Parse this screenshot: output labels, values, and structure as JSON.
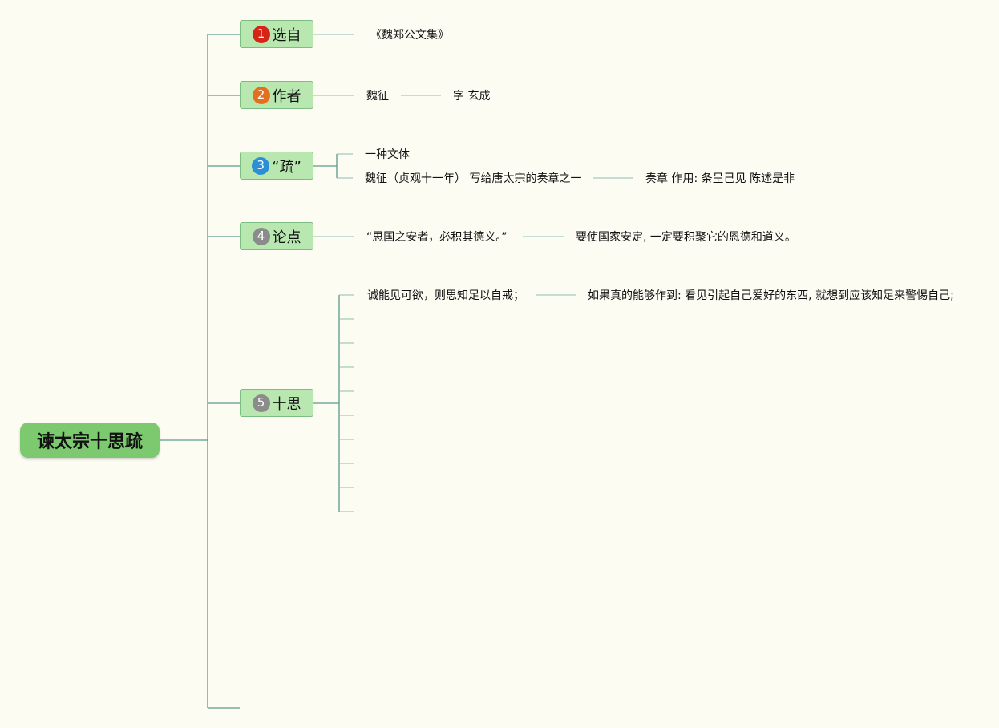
{
  "root": {
    "label": "谏太宗十思疏"
  },
  "branches": [
    {
      "number": "1",
      "label": "选自",
      "color": "#d62416",
      "notes": [
        "《魏郑公文集》"
      ]
    },
    {
      "number": "2",
      "label": "作者",
      "color": "#e2701e",
      "notes": [
        "魏征",
        "字 玄成"
      ]
    },
    {
      "number": "3",
      "label": "“疏”",
      "color": "#2b8fd6",
      "notes": [
        "一种文体",
        "魏征（贞观十一年） 写给唐太宗的奏章之一",
        "奏章 作用: 条呈己见 陈述是非"
      ]
    },
    {
      "number": "4",
      "label": "论点",
      "color": "#8b8b8b",
      "notes": [
        "“思国之安者，必积其德义。”",
        "要使国家安定, 一定要积聚它的恩德和道义。"
      ]
    },
    {
      "number": "5",
      "label": "十思",
      "color": "#8b8b8b",
      "notes": [
        "诚能见可欲，则思知足以自戒；",
        "如果真的能够作到: 看见引起自己爱好的东西, 就想到应该知足来警惕自己;"
      ]
    }
  ]
}
